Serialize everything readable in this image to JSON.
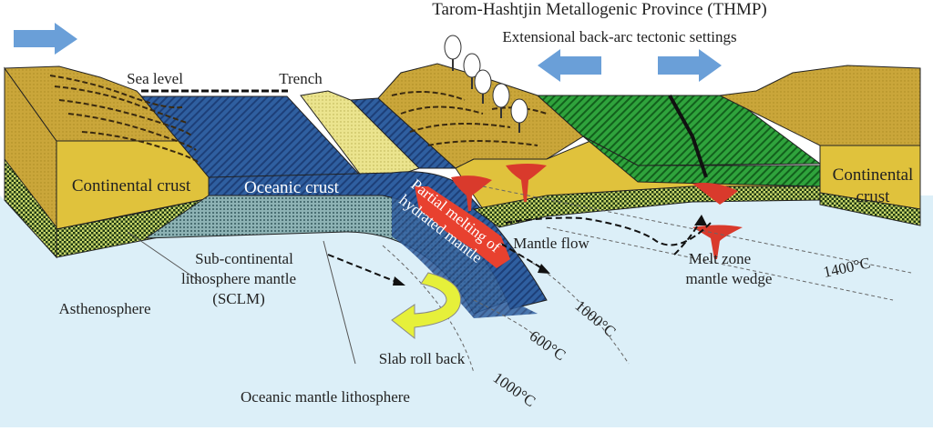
{
  "title": "Tarom-Hashtjin Metallogenic Province (THMP)",
  "subtitle": "Extensional back-arc tectonic settings",
  "labels": {
    "sea_level": "Sea level",
    "trench": "Trench",
    "continental_crust_left": "Continental crust",
    "oceanic_crust": "Oceanic crust",
    "partial_melting_1": "Partial melting of",
    "partial_melting_2": "hydrated mantle",
    "mantle_flow": "Mantle flow",
    "continental_crust_right_1": "Continental",
    "continental_crust_right_2": "crust",
    "sclm_1": "Sub-continental",
    "sclm_2": "lithosphere mantle",
    "sclm_3": "(SCLM)",
    "asthenosphere": "Asthenosphere",
    "melt_zone_1": "Melt zone",
    "melt_zone_2": "mantle wedge",
    "slab_roll_back": "Slab roll back",
    "oceanic_mantle_lithosphere": "Oceanic mantle lithosphere"
  },
  "isotherms": {
    "t1400": "1400°C",
    "t1000_upper": "1000°C",
    "t600": "600°C",
    "t1000_lower": "1000°C"
  },
  "colors": {
    "continental_crust": "#c9a83a",
    "continental_crust_face": "#e0c23c",
    "oceanic_crust": "#2f5fa0",
    "lithosphere_green": "#5f8a2e",
    "back_arc_green": "#2f9a3a",
    "asthenosphere": "#dceff8",
    "melt": "#e8412f",
    "arrow_blue": "#6a9fd8",
    "roll_back_arrow": "#e6f03a",
    "sediment": "#e8e08a",
    "slab_mantle": "#7aa3a8"
  }
}
